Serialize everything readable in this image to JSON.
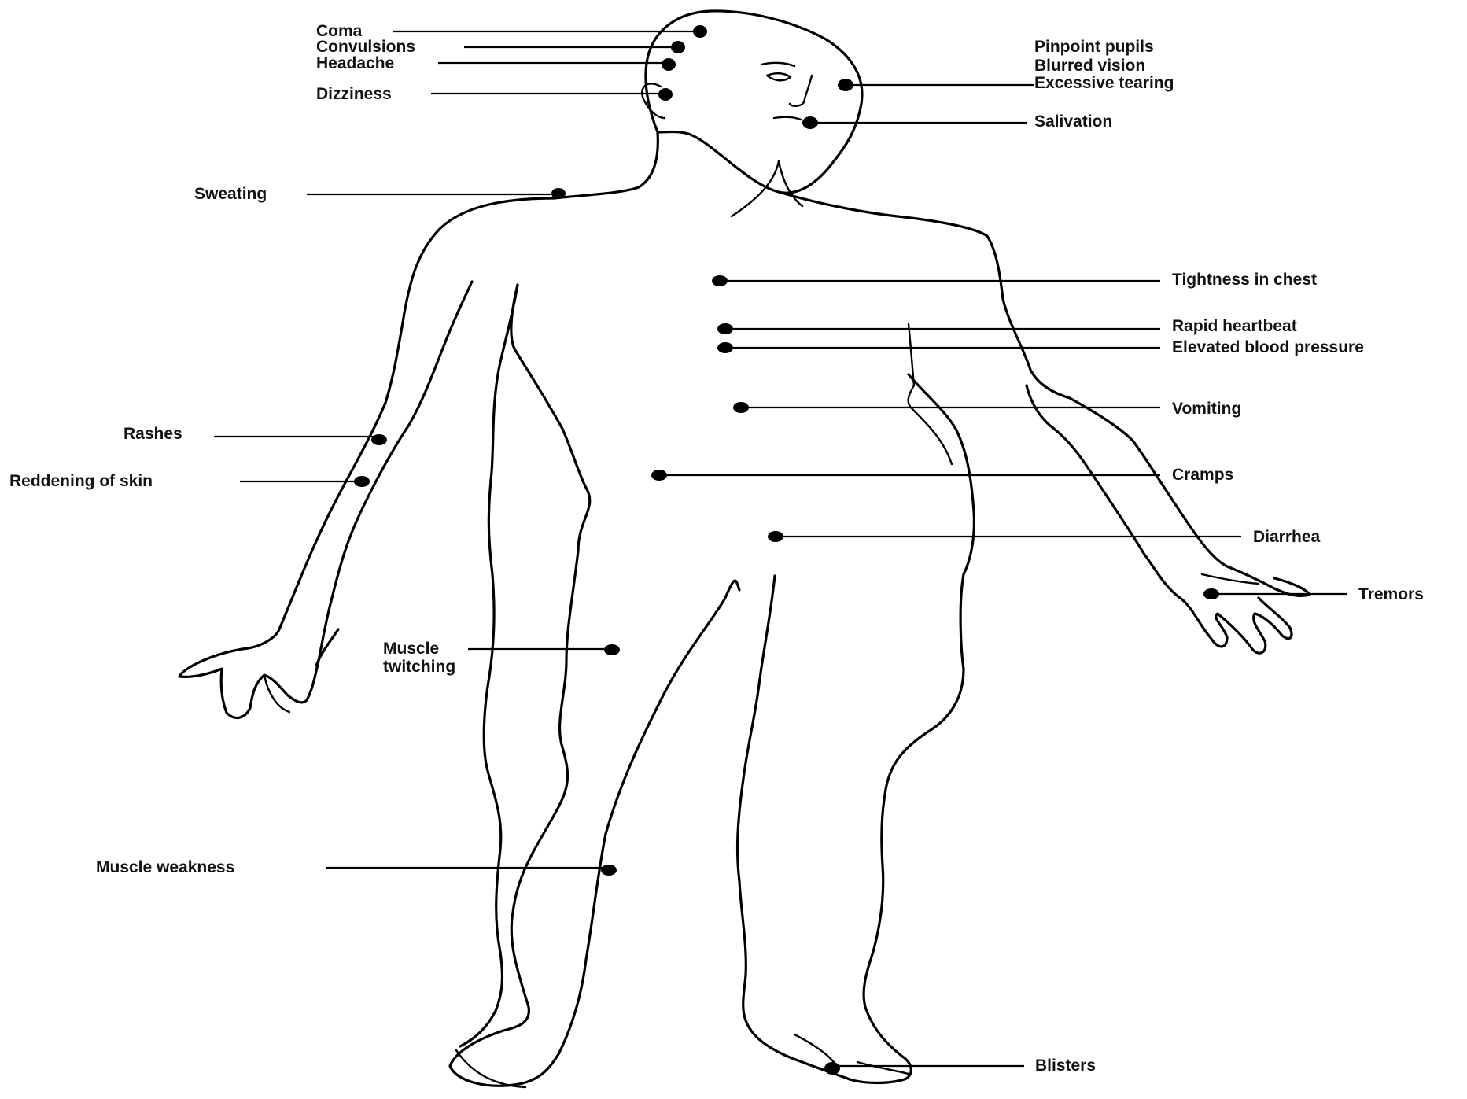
{
  "diagram": {
    "labels": {
      "coma": "Coma",
      "convulsions": "Convulsions",
      "headache": "Headache",
      "dizziness": "Dizziness",
      "pinpoint_pupils": "Pinpoint pupils",
      "blurred_vision": "Blurred vision",
      "excessive_tearing": "Excessive tearing",
      "salivation": "Salivation",
      "sweating": "Sweating",
      "tightness_in_chest": "Tightness in chest",
      "rapid_heartbeat": "Rapid heartbeat",
      "elevated_blood_pressure": "Elevated blood pressure",
      "vomiting": "Vomiting",
      "rashes": "Rashes",
      "reddening_of_skin": "Reddening of skin",
      "cramps": "Cramps",
      "diarrhea": "Diarrhea",
      "tremors": "Tremors",
      "muscle_twitching_line1": "Muscle",
      "muscle_twitching_line2": "twitching",
      "muscle_weakness": "Muscle weakness",
      "blisters": "Blisters"
    }
  }
}
